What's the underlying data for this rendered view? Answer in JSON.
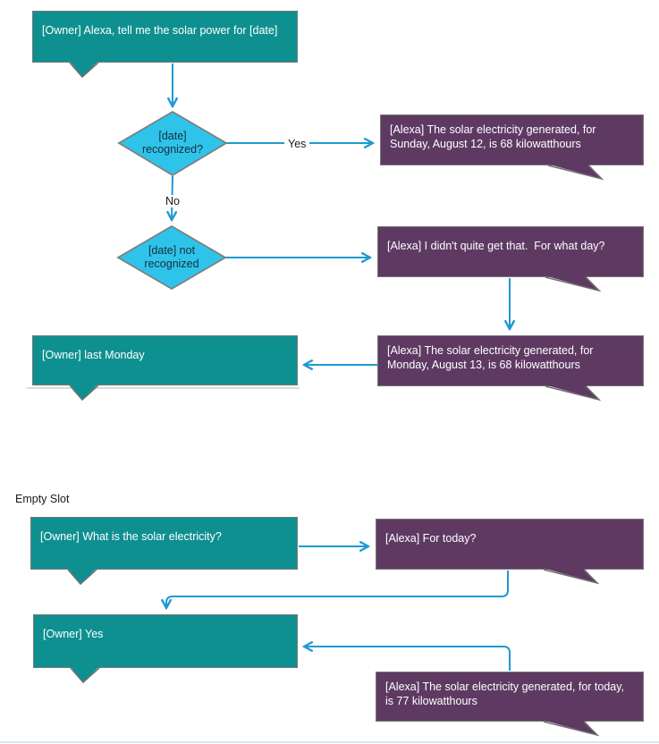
{
  "colors": {
    "owner_bubble": "#0F9090",
    "alexa_bubble": "#5E3A63",
    "decision_diamond": "#2EC4EA",
    "connector": "#1E9AD2"
  },
  "labels": {
    "yes": "Yes",
    "no": "No",
    "empty_slot": "Empty Slot"
  },
  "flow_date": {
    "owner_request": "[Owner] Alexa, tell me the solar power for [date]",
    "decision_recognized": "[date]\nrecognized?",
    "alexa_answer_sunday": "[Alexa] The solar electricity generated, for\nSunday, August 12, is 68 kilowatthours",
    "decision_not_recognized": "[date] not\nrecognized",
    "alexa_ask_day": "[Alexa] I didn't quite get that.  For what day?",
    "alexa_answer_monday": "[Alexa] The solar electricity generated, for\nMonday, August 13, is 68 kilowatthours",
    "owner_last_monday": "[Owner] last Monday"
  },
  "flow_empty_slot": {
    "owner_question": "[Owner] What is the solar electricity?",
    "alexa_for_today": "[Alexa] For today?",
    "owner_yes": "[Owner] Yes",
    "alexa_answer_today": "[Alexa] The solar electricity generated, for today,\nis 77 kilowatthours"
  }
}
